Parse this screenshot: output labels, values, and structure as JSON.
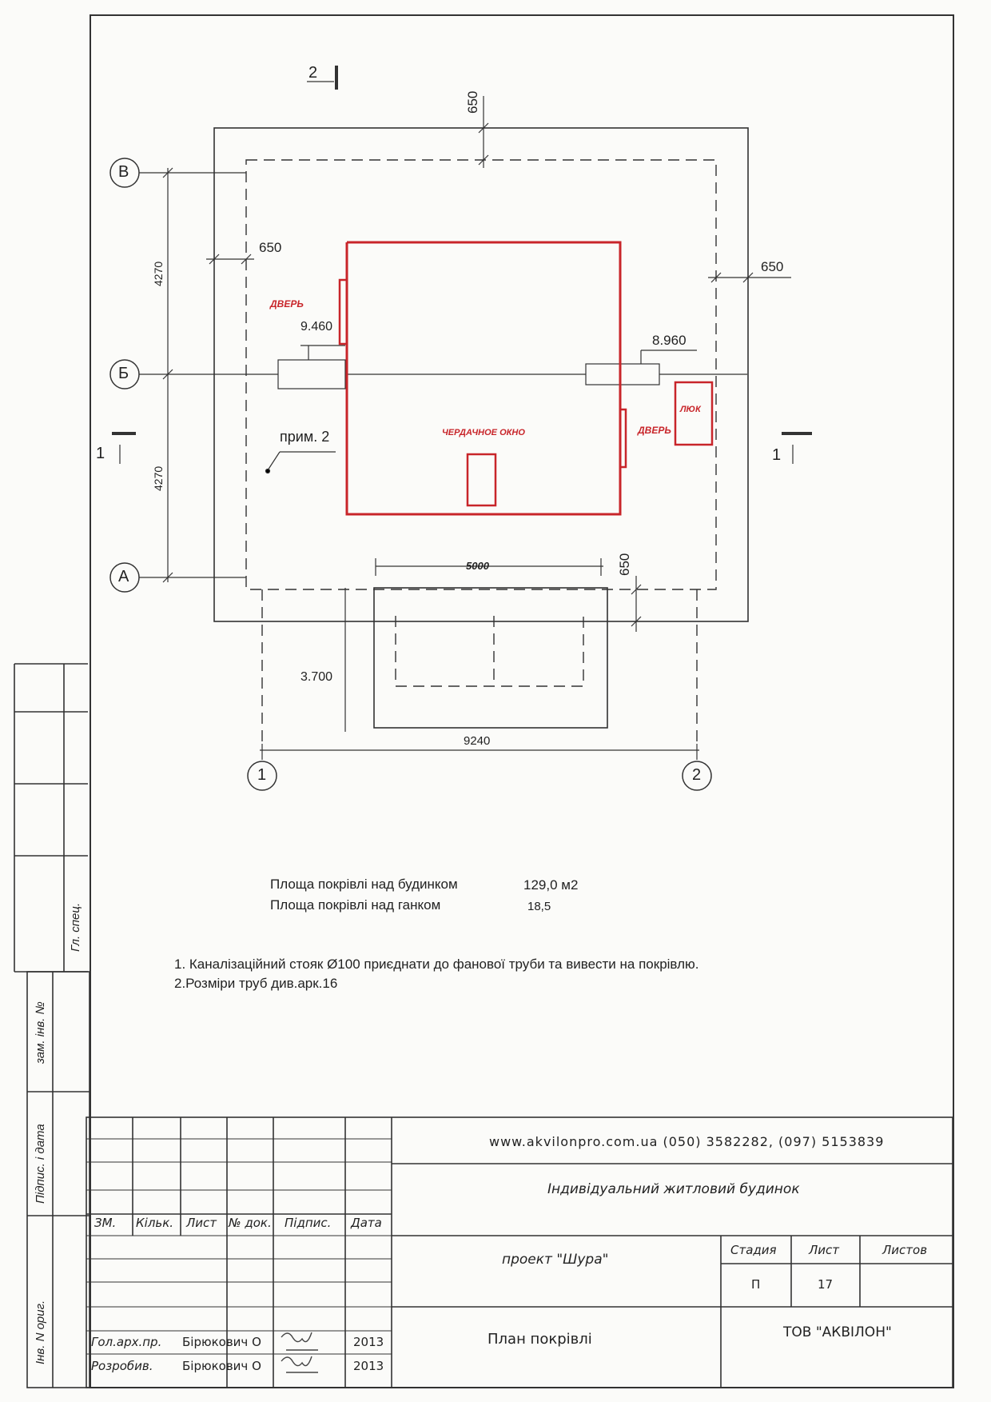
{
  "section_marks": {
    "top": "2",
    "left": "1",
    "right": "1"
  },
  "axes": {
    "v": "В",
    "b": "Б",
    "a": "А",
    "one": "1",
    "two": "2"
  },
  "dims": {
    "top_650": "650",
    "left_650": "650",
    "right_650": "650",
    "lower_650": "650",
    "upper_4270": "4270",
    "lower_4270": "4270",
    "d5000": "5000",
    "d9240": "9240"
  },
  "elevations": {
    "left": "9.460",
    "right": "8.960",
    "porch": "3.700"
  },
  "labels": {
    "door_left": "ДВЕРЬ",
    "door_right": "ДВЕРЬ",
    "attic_window": "ЧЕРДАЧНОЕ ОКНО",
    "hatch": "ЛЮК",
    "note_ref": "прим. 2"
  },
  "areas": {
    "house_label": "Площа покрівлі над будинком",
    "house_value": "129,0 м2",
    "porch_label": "Площа покрівлі над  ганком",
    "porch_value": "18,5"
  },
  "notes": [
    "1. Каналізаційний стояк Ø100 приєднати до фанової труби та вивести на покрівлю.",
    "2.Розміри труб див.арк.16"
  ],
  "side_stamp": {
    "gl_spec": "Гл. спец.",
    "zam_inv": "зам. інв. №",
    "pidpys": "Підпис. і дата",
    "inv_orig": "Інв. N ориг."
  },
  "title_block": {
    "website": "www.akvilonpro.com.ua (050) 3582282, (097) 5153839",
    "object": "Індивідуальний житловий будинок",
    "project": "проект \"Шура\"",
    "sheet_title": "План  покрівлі",
    "company": "ТОВ \"АКВІЛОН\"",
    "headers": {
      "zm": "ЗМ.",
      "kilk": "Кільк.",
      "lyst": "Лист",
      "ndok": "№ док.",
      "pidpys": "Підпис.",
      "data": "Дата"
    },
    "stage_headers": {
      "stage": "Стадия",
      "sheet": "Лист",
      "sheets": "Листов"
    },
    "stage_values": {
      "stage": "П",
      "sheet": "17",
      "sheets": ""
    },
    "rows": [
      {
        "role": "Гол.арх.пр.",
        "name": "Бірюкович О",
        "year": "2013"
      },
      {
        "role": "Розробив.",
        "name": "Бірюкович О",
        "year": "2013"
      }
    ]
  }
}
